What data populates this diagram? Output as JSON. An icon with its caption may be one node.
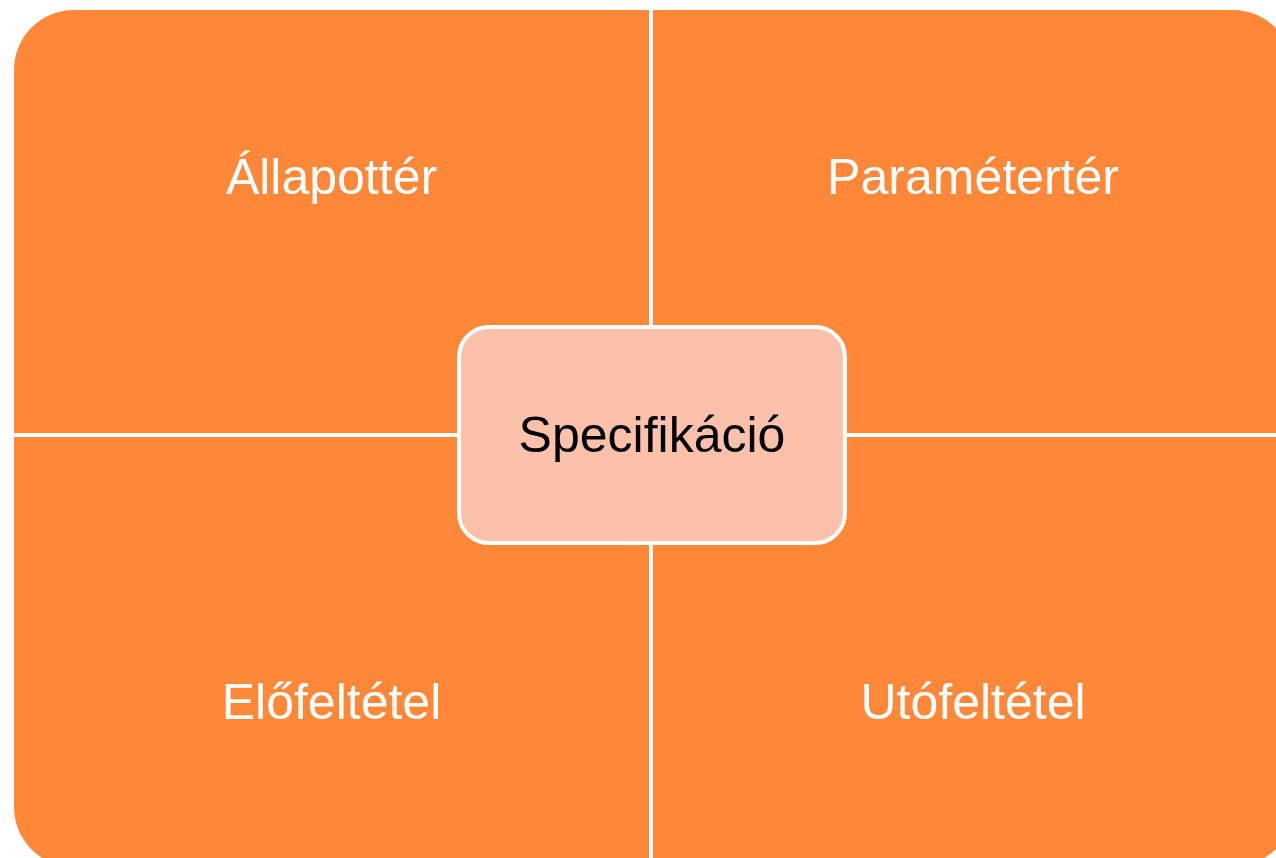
{
  "diagram": {
    "nodes": [
      {
        "text": [
          "Állapottér"
        ]
      },
      {
        "text": [
          "Paramétertér"
        ]
      },
      {
        "text": [
          "Specifikáció"
        ]
      },
      {
        "text": [
          "Előfeltétel"
        ]
      },
      {
        "text": [
          "Utófeltétel"
        ]
      }
    ],
    "edges": []
  }
}
